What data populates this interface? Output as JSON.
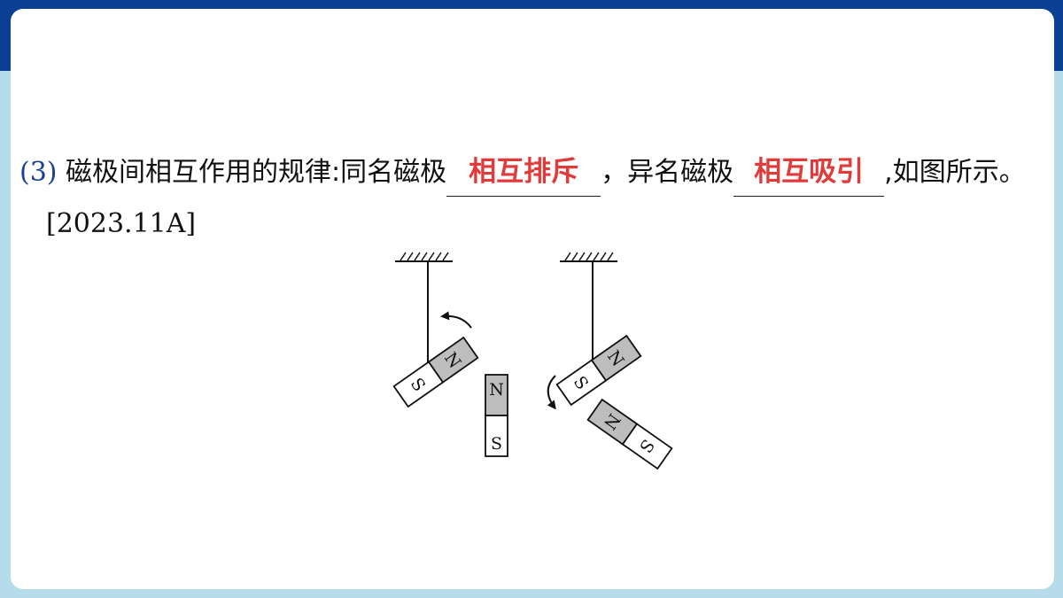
{
  "question": {
    "number": "(3)",
    "prefix": "磁极间相互作用的规律:同名磁极",
    "answer1": "相互排斥",
    "middle": "，异名磁极",
    "answer2": "相互吸引",
    "suffix": ",如图所示。",
    "citation": "[2023.11A]"
  },
  "figure": {
    "labels": {
      "n": "N",
      "s": "S"
    },
    "colors": {
      "pole_n": "#bdbdbd",
      "pole_s": "#ffffff",
      "answer": "#e03a3a",
      "header": "#0b3f94",
      "background": "#b6dcec"
    }
  }
}
